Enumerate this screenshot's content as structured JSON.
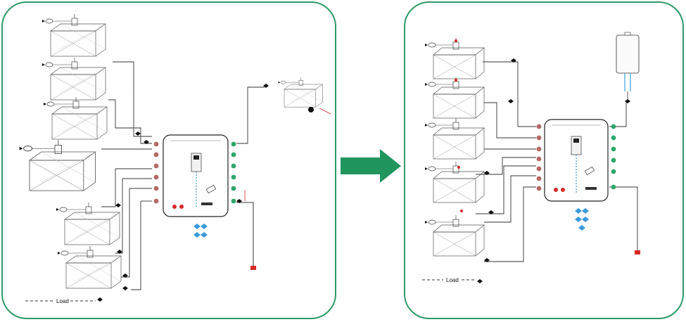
{
  "left_panel": {
    "load_label": "Load",
    "bag_label": "",
    "vessel_count": 6
  },
  "right_panel": {
    "load_label": "Load",
    "bag_label": "",
    "vessel_count": 5
  },
  "colors": {
    "frame": "#2e9a68",
    "arrow": "#21955e",
    "inlet_port": "#b26a62",
    "outlet_port": "#2fa66a",
    "alarm": "#d42a2a",
    "cartridge": "#3a9ad9",
    "bag_tubes": "#3ba0d8"
  },
  "arrow_icon": "right-arrow-icon"
}
